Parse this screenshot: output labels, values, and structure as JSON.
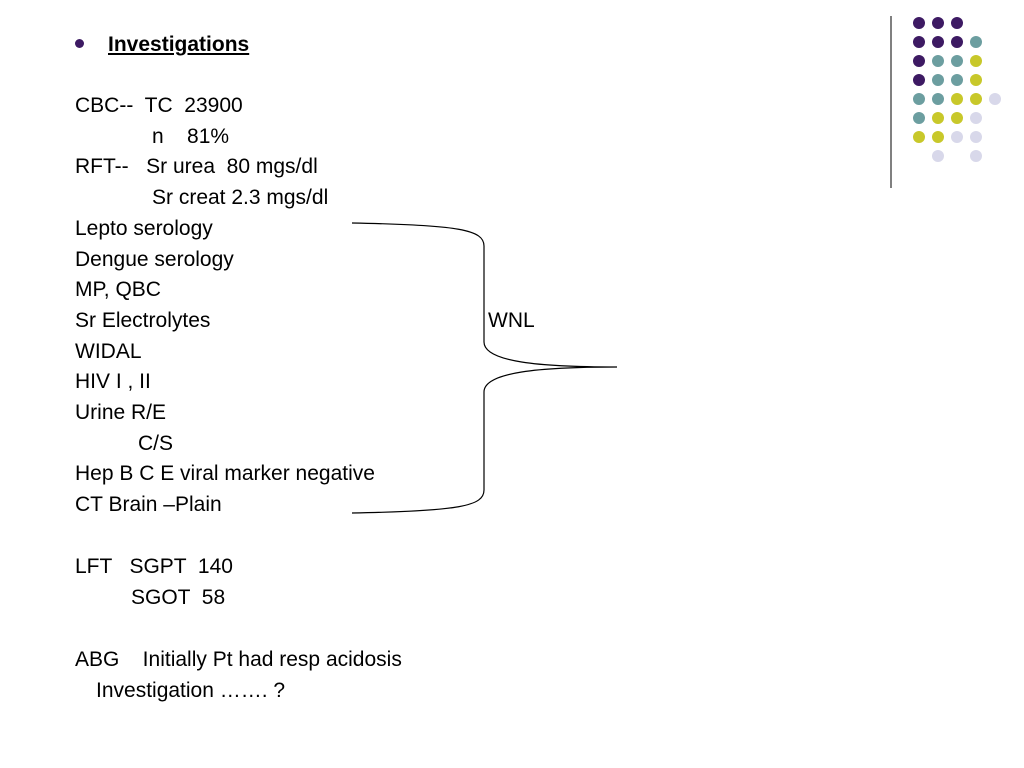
{
  "title": "Investigations",
  "lines": [
    "CBC--  TC  23900",
    "n    81%",
    "RFT--   Sr urea  80 mgs/dl",
    "Sr creat 2.3 mgs/dl",
    "Lepto serology",
    "Dengue serology",
    "MP, QBC",
    "Sr Electrolytes",
    "WIDAL",
    "HIV I , II",
    "Urine R/E",
    "C/S",
    "Hep B C E viral marker negative",
    "CT Brain –Plain",
    "LFT   SGPT  140",
    "SGOT  58",
    "ABG    Initially Pt had resp acidosis",
    "Investigation ……. ?"
  ],
  "brace_label": "WNL",
  "colors": {
    "purple": "#3d1a63",
    "teal": "#6c9ea0",
    "olive": "#c8c82a",
    "lavender": "#d8d8ea",
    "divider": "#808080"
  }
}
